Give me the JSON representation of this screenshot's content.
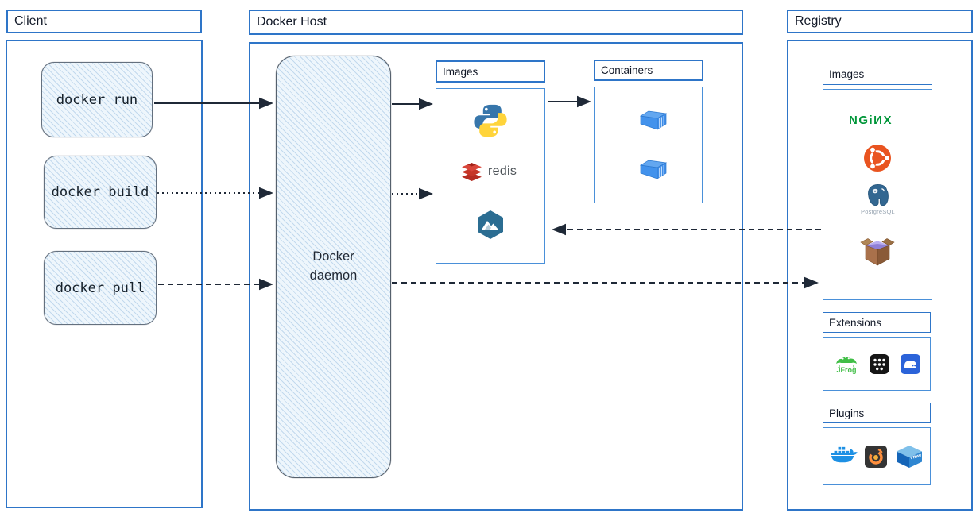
{
  "client": {
    "title": "Client",
    "commands": [
      {
        "label": "docker run"
      },
      {
        "label": "docker build"
      },
      {
        "label": "docker pull"
      }
    ]
  },
  "docker_host": {
    "title": "Docker Host",
    "daemon_label": "Docker\ndaemon",
    "images_panel": {
      "title": "Images",
      "items": [
        "python-logo",
        "redis-logo",
        "alpine-logo"
      ]
    },
    "containers_panel": {
      "title": "Containers",
      "items": [
        "container-icon",
        "container-icon"
      ]
    }
  },
  "registry": {
    "title": "Registry",
    "images_panel": {
      "title": "Images",
      "items": [
        "nginx-logo",
        "ubuntu-logo",
        "postgresql-logo",
        "busybox-logo"
      ]
    },
    "extensions_panel": {
      "title": "Extensions",
      "items": [
        "jfrog-logo",
        "grid-app-icon",
        "drive-app-icon"
      ]
    },
    "plugins_panel": {
      "title": "Plugins",
      "items": [
        "docker-whale-logo",
        "grafana-logo",
        "vmware-logo"
      ]
    }
  },
  "logo_text": {
    "redis": "redis",
    "nginx": "NGiИX",
    "postgresql": "PostgreSQL",
    "jfrog": "JFrog",
    "vmware": "vmw"
  },
  "arrows": [
    {
      "from": "docker-run",
      "to": "docker-daemon",
      "style": "solid"
    },
    {
      "from": "docker-daemon",
      "to": "host-images",
      "style": "solid"
    },
    {
      "from": "host-images",
      "to": "containers",
      "style": "solid"
    },
    {
      "from": "docker-build",
      "to": "docker-daemon",
      "style": "dotted"
    },
    {
      "from": "docker-daemon",
      "to": "host-images",
      "style": "dotted"
    },
    {
      "from": "docker-pull",
      "to": "docker-daemon",
      "style": "dashed"
    },
    {
      "from": "docker-daemon",
      "to": "registry-images",
      "style": "dashed"
    },
    {
      "from": "registry-images",
      "to": "host-images",
      "style": "dashed"
    }
  ],
  "colors": {
    "section_border": "#2e75c8",
    "panel_border": "#4a90d9",
    "hatch_fill": "#eef6fc",
    "arrow": "#1f2937",
    "container_blue": "#3f8de8",
    "nginx_green": "#009639",
    "ubuntu_orange": "#e95420",
    "postgres_blue": "#336791",
    "redis_red": "#cc3529"
  }
}
